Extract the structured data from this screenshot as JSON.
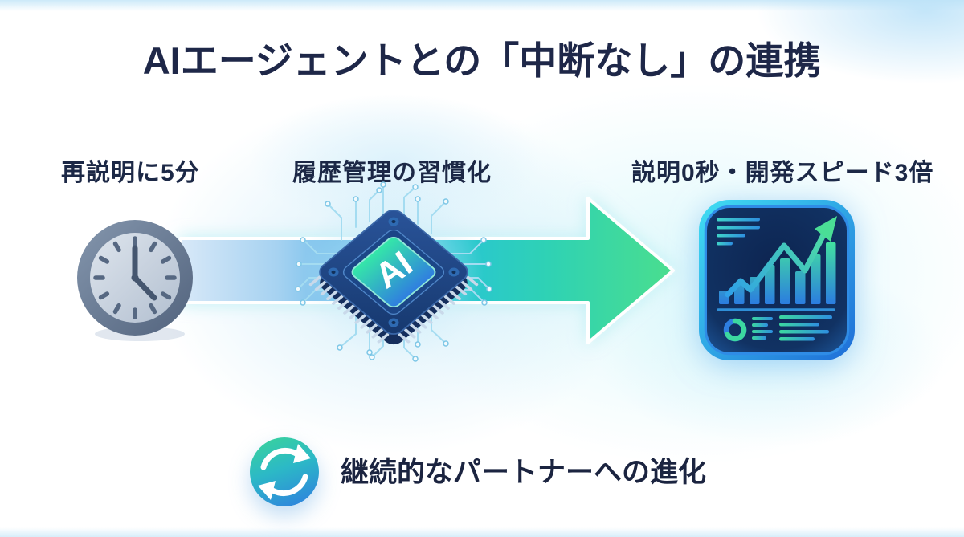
{
  "header": {
    "title": "AIエージェントとの「中断なし」の連携"
  },
  "flow": {
    "before": {
      "label": "再説明に5分",
      "icon": "clock-icon"
    },
    "process": {
      "label": "履歴管理の習慣化",
      "icon": "ai-chip-icon",
      "chip_text": "AI"
    },
    "after": {
      "label": "説明0秒・開発スピード3倍",
      "icon": "dashboard-chart-icon"
    }
  },
  "footer": {
    "label": "継続的なパートナーへの進化",
    "icon": "sync-icon"
  },
  "colors": {
    "title_text": "#1e2748",
    "arrow_light_blue": "#d9e9f8",
    "arrow_blue": "#55b4e8",
    "arrow_cyan": "#28c5d4",
    "arrow_green": "#4ade8e",
    "chip_body_blue": "#27508f",
    "chip_core_green": "#35e8a8",
    "chip_core_blue": "#2f7de0",
    "dashboard_border_cyan": "#40dcf2",
    "dashboard_border_blue": "#1f6fd8",
    "dashboard_bg_navy": "#0d2450",
    "clock_rim_slate": "#5f7089",
    "sync_green": "#3ad598",
    "sync_blue": "#2f7de0"
  },
  "dashboard": {
    "bars": [
      17,
      26,
      34,
      49,
      57,
      41,
      62,
      77
    ],
    "trend": "rising-arrow",
    "widgets": [
      "text-lines",
      "trend-arrow",
      "bar-chart",
      "donut-chart",
      "table-lines"
    ]
  }
}
